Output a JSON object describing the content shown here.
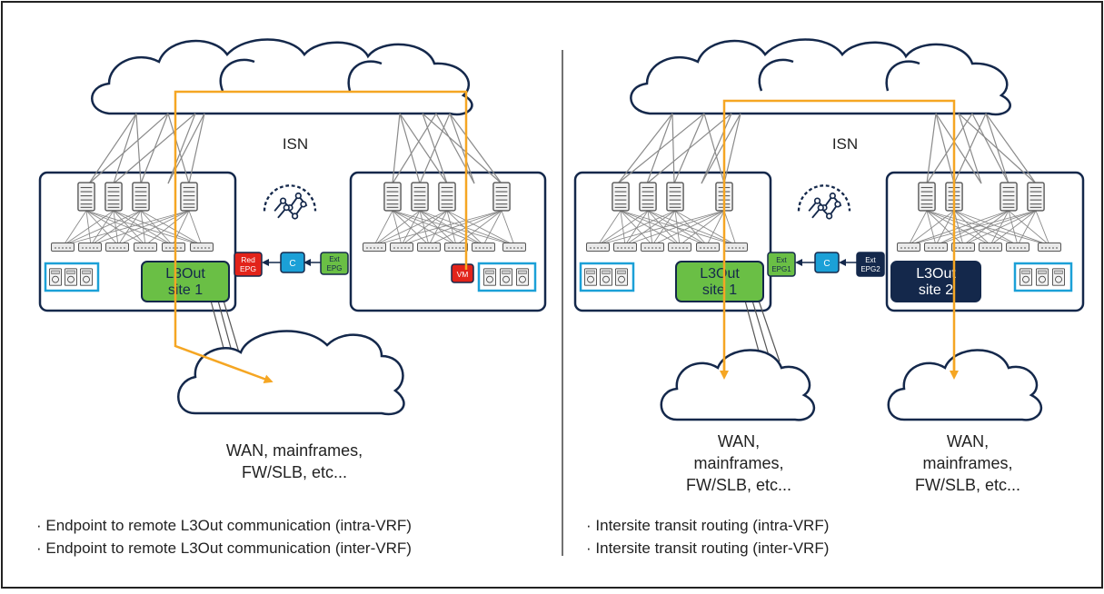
{
  "left_panel": {
    "isn_label": "ISN",
    "site1_label_line1": "L3Out",
    "site1_label_line2": "site 1",
    "red_epg_line1": "Red",
    "red_epg_line2": "EPG",
    "contract_label": "C",
    "ext_epg_line1": "Ext",
    "ext_epg_line2": "EPG",
    "vm_label": "VM",
    "wan_line1": "WAN, mainframes,",
    "wan_line2": "FW/SLB, etc...",
    "bullets": [
      "Endpoint to remote L3Out communication (intra-VRF)",
      "Endpoint to remote L3Out communication (inter-VRF)"
    ]
  },
  "right_panel": {
    "isn_label": "ISN",
    "site1_label_line1": "L3Out",
    "site1_label_line2": "site 1",
    "site2_label_line1": "L3Out",
    "site2_label_line2": "site 2",
    "ext_epg1_line1": "Ext",
    "ext_epg1_line2": "EPG1",
    "contract_label": "C",
    "ext_epg2_line1": "Ext",
    "ext_epg2_line2": "EPG2",
    "wan_a_line1": "WAN,",
    "wan_a_line2": "mainframes,",
    "wan_a_line3": "FW/SLB, etc...",
    "wan_b_line1": "WAN,",
    "wan_b_line2": "mainframes,",
    "wan_b_line3": "FW/SLB, etc...",
    "bullets": [
      "Intersite transit routing (intra-VRF)",
      "Intersite transit routing (inter-VRF)"
    ]
  },
  "colors": {
    "navy": "#14284b",
    "orange": "#f5a623",
    "green": "#6abf45",
    "red": "#e2231a",
    "cyan": "#1ba0d7",
    "gray_link": "#8a8a8a"
  }
}
